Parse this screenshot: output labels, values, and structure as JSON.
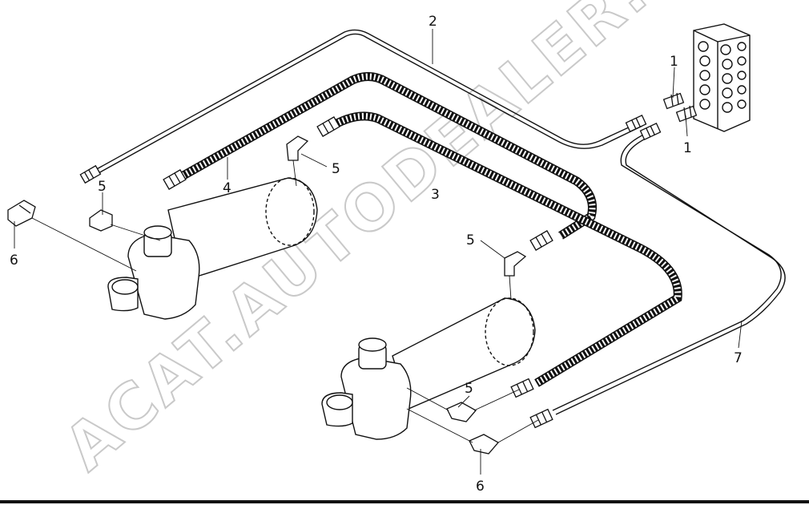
{
  "callouts": {
    "part_1a": "1",
    "part_1b": "1",
    "part_2": "2",
    "part_3": "3",
    "part_4": "4",
    "part_5a": "5",
    "part_5b": "5",
    "part_5c": "5",
    "part_5d": "5",
    "part_6a": "6",
    "part_6b": "6",
    "part_7": "7"
  },
  "watermark": "ACAT.AUTODEALER.RU",
  "colors": {
    "line": "#111111",
    "watermark": "#c9c9c9",
    "background": "#ffffff"
  }
}
